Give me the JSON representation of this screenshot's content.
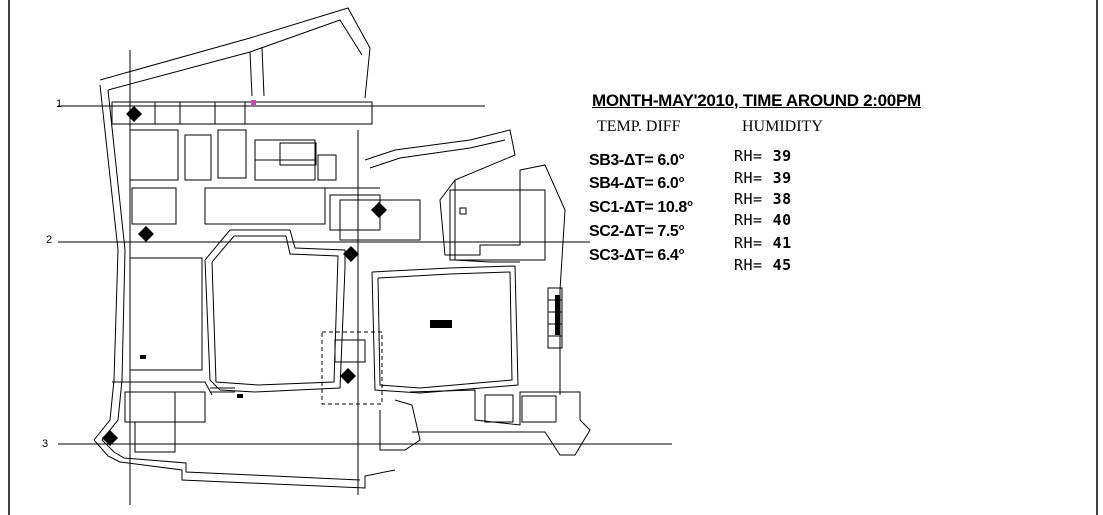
{
  "title": "MONTH-MAY'2010, TIME AROUND 2:00PM",
  "headers": {
    "temp": "TEMP. DIFF",
    "humidity": "HUMIDITY"
  },
  "temp_rows": [
    "SB3-ΔT= 6.0°",
    "SB4-ΔT= 6.0°",
    "SC1-ΔT= 10.8°",
    "SC2-ΔT= 7.5°",
    "SC3-ΔT= 6.4°"
  ],
  "humidity_rows": [
    {
      "label": "RH=",
      "value": "39"
    },
    {
      "label": "RH=",
      "value": "39"
    },
    {
      "label": "RH=",
      "value": "38"
    },
    {
      "label": "RH=",
      "value": "40"
    },
    {
      "label": "RH=",
      "value": "41"
    },
    {
      "label": "RH=",
      "value": "45"
    }
  ],
  "grid_labels": [
    "1",
    "2",
    "3"
  ],
  "colors": {
    "line": "#000000",
    "marker": "#000000",
    "accent_mark": "#e040c0",
    "background": "#ffffff"
  }
}
